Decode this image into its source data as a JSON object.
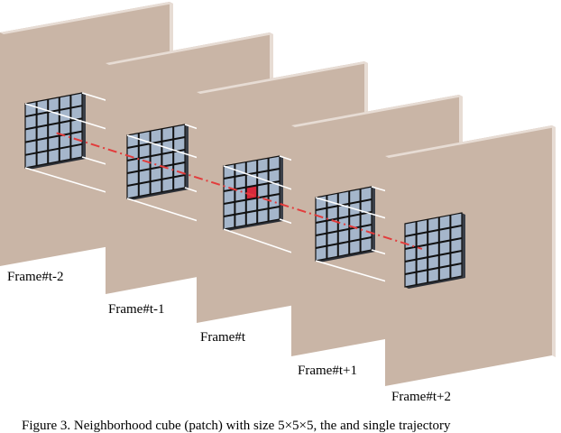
{
  "diagram": {
    "colors": {
      "frame_fill": "#c9b5a6",
      "frame_edge": "#e7dcd4",
      "grid_cell": "#a5b6cb",
      "grid_line": "#111111",
      "highlight_cell": "#d8283b",
      "trajectory": "#e23c3c",
      "connector": "#ffffff"
    },
    "frames": [
      {
        "label": "Frame#t-2"
      },
      {
        "label": "Frame#t-1"
      },
      {
        "label": "Frame#t"
      },
      {
        "label": "Frame#t+1"
      },
      {
        "label": "Frame#t+2"
      }
    ],
    "grid_size": 5,
    "caption": "Figure 3. Neighborhood cube (patch) with size 5×5×5, the and single trajectory"
  }
}
